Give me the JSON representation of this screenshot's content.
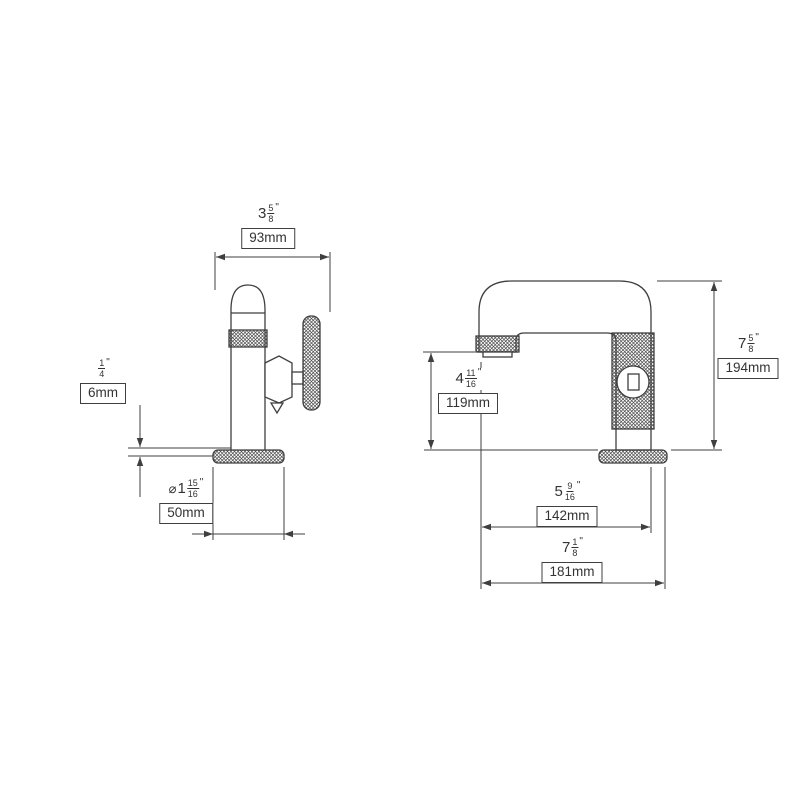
{
  "drawing": {
    "type": "faucet-technical-dimension-drawing",
    "background": "#ffffff",
    "line_color": "#3f3f3f",
    "views": {
      "left": "side-view",
      "right": "front-view"
    },
    "dims": {
      "spout_depth": {
        "pre": "",
        "whole": "3",
        "num": "5",
        "den": "8",
        "unit": "\"",
        "mm": "93mm"
      },
      "deck_gap": {
        "pre": "",
        "whole": "",
        "num": "1",
        "den": "4",
        "unit": "\"",
        "mm": "6mm"
      },
      "base_diameter": {
        "pre": "⌀ ",
        "whole": "1",
        "num": "15",
        "den": "16",
        "unit": "\"",
        "mm": "50mm"
      },
      "spout_height": {
        "pre": "",
        "whole": "4",
        "num": "11",
        "den": "16",
        "unit": "\"",
        "mm": "119mm"
      },
      "overall_height": {
        "pre": "",
        "whole": "7",
        "num": "5",
        "den": "8",
        "unit": "\"",
        "mm": "194mm"
      },
      "spout_reach": {
        "pre": "",
        "whole": "5",
        "num": "9",
        "den": "16",
        "unit": "\"",
        "mm": "142mm"
      },
      "overall_width": {
        "pre": "",
        "whole": "7",
        "num": "1",
        "den": "8",
        "unit": "\"",
        "mm": "181mm"
      }
    }
  }
}
